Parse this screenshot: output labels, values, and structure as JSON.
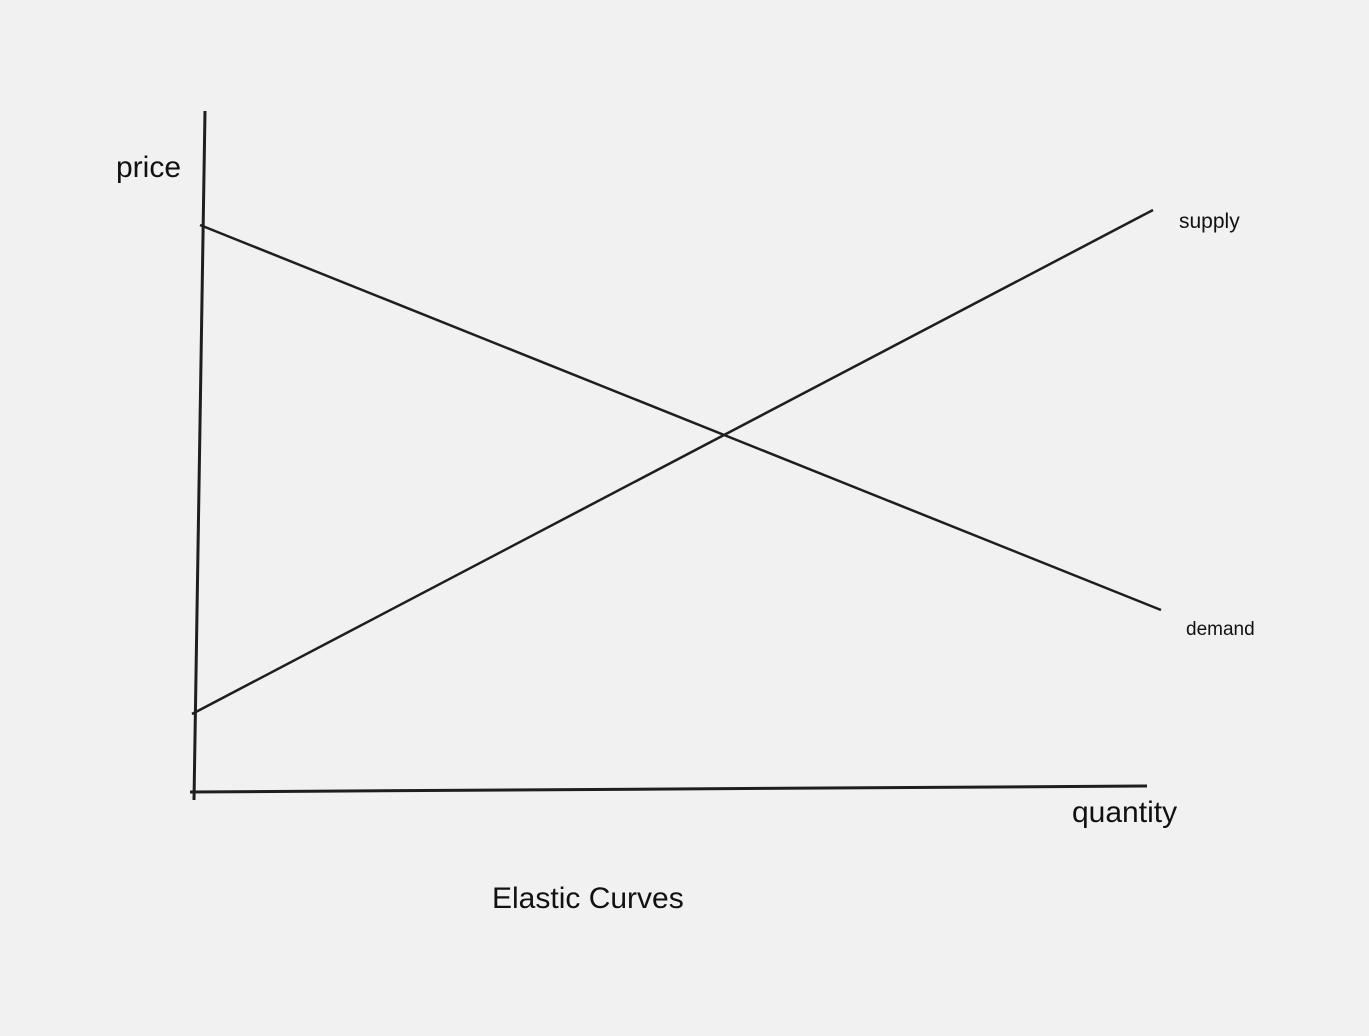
{
  "diagram": {
    "title": "Elastic Curves",
    "axes": {
      "y_label": "price",
      "x_label": "quantity"
    },
    "curves": [
      {
        "name": "supply",
        "label": "supply",
        "direction": "upward-sloping"
      },
      {
        "name": "demand",
        "label": "demand",
        "direction": "downward-sloping"
      }
    ],
    "colors": {
      "background": "#f1f1f1",
      "line": "#1e1e1e",
      "text": "#111111"
    }
  },
  "chart_data": {
    "type": "line",
    "title": "Elastic Curves",
    "xlabel": "quantity",
    "ylabel": "price",
    "grid": false,
    "series": [
      {
        "name": "supply",
        "points": [
          [
            0,
            0.1
          ],
          [
            1,
            0.83
          ]
        ]
      },
      {
        "name": "demand",
        "points": [
          [
            0,
            0.8
          ],
          [
            1,
            0.25
          ]
        ]
      }
    ],
    "annotations": [
      "supply",
      "demand"
    ]
  }
}
